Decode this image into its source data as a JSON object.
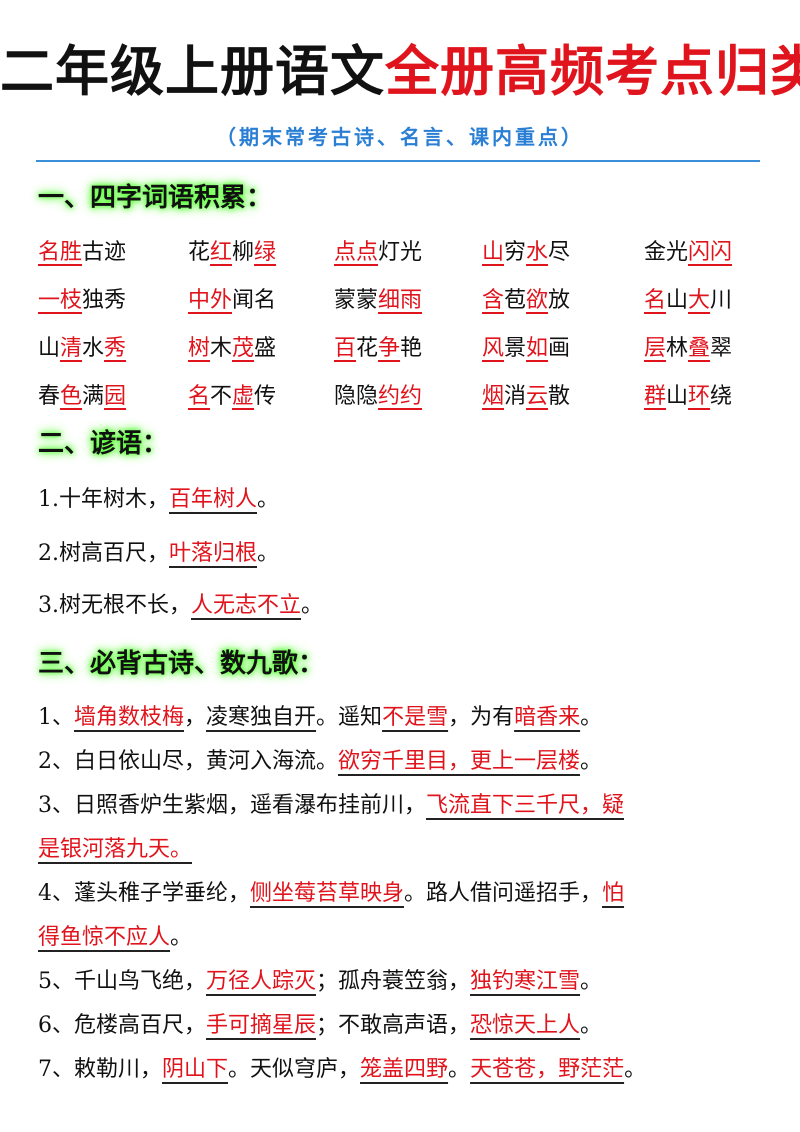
{
  "title": {
    "black": "二年级上册语文",
    "red": "全册高频考点归类"
  },
  "subtitle": "（期末常考古诗、名言、课内重点）",
  "sections": {
    "idioms_heading": "一、四字词语积累：",
    "proverbs_heading": "二、谚语：",
    "poems_heading": "三、必背古诗、数九歌："
  },
  "idioms": [
    [
      [
        {
          "t": "名胜",
          "r": true
        },
        {
          "t": "古迹",
          "r": false
        }
      ],
      [
        {
          "t": "花",
          "r": false
        },
        {
          "t": "红",
          "r": true
        },
        {
          "t": "柳",
          "r": false
        },
        {
          "t": "绿",
          "r": true
        }
      ],
      [
        {
          "t": "点点",
          "r": true
        },
        {
          "t": "灯光",
          "r": false
        }
      ],
      [
        {
          "t": "山",
          "r": true
        },
        {
          "t": "穷",
          "r": false
        },
        {
          "t": "水",
          "r": true
        },
        {
          "t": "尽",
          "r": false
        }
      ],
      [
        {
          "t": "金光",
          "r": false
        },
        {
          "t": "闪闪",
          "r": true
        }
      ]
    ],
    [
      [
        {
          "t": "一枝",
          "r": true
        },
        {
          "t": "独秀",
          "r": false
        }
      ],
      [
        {
          "t": "中外",
          "r": true
        },
        {
          "t": "闻名",
          "r": false
        }
      ],
      [
        {
          "t": "蒙蒙",
          "r": false
        },
        {
          "t": "细雨",
          "r": true
        }
      ],
      [
        {
          "t": "含",
          "r": true
        },
        {
          "t": "苞",
          "r": false
        },
        {
          "t": "欲",
          "r": true
        },
        {
          "t": "放",
          "r": false
        }
      ],
      [
        {
          "t": "名",
          "r": true
        },
        {
          "t": "山",
          "r": false
        },
        {
          "t": "大",
          "r": true
        },
        {
          "t": "川",
          "r": false
        }
      ]
    ],
    [
      [
        {
          "t": "山",
          "r": false
        },
        {
          "t": "清",
          "r": true
        },
        {
          "t": "水",
          "r": false
        },
        {
          "t": "秀",
          "r": true
        }
      ],
      [
        {
          "t": "树",
          "r": true
        },
        {
          "t": "木",
          "r": false
        },
        {
          "t": "茂",
          "r": true
        },
        {
          "t": "盛",
          "r": false
        }
      ],
      [
        {
          "t": "百",
          "r": true
        },
        {
          "t": "花",
          "r": false
        },
        {
          "t": "争",
          "r": true
        },
        {
          "t": "艳",
          "r": false
        }
      ],
      [
        {
          "t": "风",
          "r": true
        },
        {
          "t": "景",
          "r": false
        },
        {
          "t": "如",
          "r": true
        },
        {
          "t": "画",
          "r": false
        }
      ],
      [
        {
          "t": "层",
          "r": true
        },
        {
          "t": "林",
          "r": false
        },
        {
          "t": "叠",
          "r": true
        },
        {
          "t": "翠",
          "r": false
        }
      ]
    ],
    [
      [
        {
          "t": "春",
          "r": false
        },
        {
          "t": "色",
          "r": true
        },
        {
          "t": "满",
          "r": false
        },
        {
          "t": "园",
          "r": true
        }
      ],
      [
        {
          "t": "名",
          "r": true
        },
        {
          "t": "不",
          "r": false
        },
        {
          "t": "虚",
          "r": true
        },
        {
          "t": "传",
          "r": false
        }
      ],
      [
        {
          "t": "隐隐",
          "r": false
        },
        {
          "t": "约约",
          "r": true
        }
      ],
      [
        {
          "t": "烟",
          "r": true
        },
        {
          "t": "消",
          "r": false
        },
        {
          "t": "云",
          "r": true
        },
        {
          "t": "散",
          "r": false
        }
      ],
      [
        {
          "t": "群",
          "r": true
        },
        {
          "t": "山",
          "r": false
        },
        {
          "t": "环",
          "r": true
        },
        {
          "t": "绕",
          "r": false
        }
      ]
    ]
  ],
  "proverbs": [
    [
      {
        "t": "1.十年树木，",
        "s": "n"
      },
      {
        "t": "百年树人",
        "s": "a"
      },
      {
        "t": "。",
        "s": "n"
      }
    ],
    [
      {
        "t": "2.树高百尺，",
        "s": "n"
      },
      {
        "t": "叶落归根",
        "s": "a"
      },
      {
        "t": "。",
        "s": "n"
      }
    ],
    [
      {
        "t": "3.树无根不长，",
        "s": "n"
      },
      {
        "t": "人无志不立",
        "s": "a"
      },
      {
        "t": "。",
        "s": "n"
      }
    ]
  ],
  "poems": [
    [
      [
        {
          "t": "1、",
          "s": "n"
        },
        {
          "t": "墙角数枝梅",
          "s": "a"
        },
        {
          "t": "，",
          "s": "n"
        },
        {
          "t": "凌寒独自开",
          "s": "u"
        },
        {
          "t": "。遥知",
          "s": "n"
        },
        {
          "t": "不是雪",
          "s": "a"
        },
        {
          "t": "，为有",
          "s": "n"
        },
        {
          "t": "暗香来",
          "s": "a"
        },
        {
          "t": "。",
          "s": "n"
        }
      ]
    ],
    [
      [
        {
          "t": "2、白日依山尽，黄河入海流。",
          "s": "n"
        },
        {
          "t": "欲穷千里目，更上一层楼",
          "s": "a"
        },
        {
          "t": "。",
          "s": "n"
        }
      ]
    ],
    [
      [
        {
          "t": "3、日照香炉生紫烟，遥看瀑布挂前川，",
          "s": "n"
        },
        {
          "t": "飞流直下三千尺，疑",
          "s": "a"
        }
      ],
      [
        {
          "t": "是银河落九天。",
          "s": "a"
        }
      ]
    ],
    [
      [
        {
          "t": "4、蓬头稚子学垂纶，",
          "s": "n"
        },
        {
          "t": "侧坐莓苔草映身",
          "s": "a"
        },
        {
          "t": "。路人借问遥招手，",
          "s": "n"
        },
        {
          "t": "怕",
          "s": "a"
        }
      ],
      [
        {
          "t": "得鱼惊不应人",
          "s": "a"
        },
        {
          "t": "。",
          "s": "n"
        }
      ]
    ],
    [
      [
        {
          "t": "5、千山鸟飞绝，",
          "s": "n"
        },
        {
          "t": "万径人踪灭",
          "s": "a"
        },
        {
          "t": "；孤舟蓑笠翁，",
          "s": "n"
        },
        {
          "t": "独钓寒江雪",
          "s": "a"
        },
        {
          "t": "。",
          "s": "n"
        }
      ]
    ],
    [
      [
        {
          "t": "6、危楼高百尺，",
          "s": "n"
        },
        {
          "t": "手可摘星辰",
          "s": "a"
        },
        {
          "t": "；不敢高声语，",
          "s": "n"
        },
        {
          "t": "恐惊天上人",
          "s": "a"
        },
        {
          "t": "。",
          "s": "n"
        }
      ]
    ],
    [
      [
        {
          "t": "7、敕勒川，",
          "s": "n"
        },
        {
          "t": "阴山下",
          "s": "a"
        },
        {
          "t": "。天似穹庐，",
          "s": "n"
        },
        {
          "t": "笼盖四野",
          "s": "a"
        },
        {
          "t": "。",
          "s": "n"
        },
        {
          "t": "天苍苍，野茫茫",
          "s": "a"
        },
        {
          "t": "。",
          "s": "n"
        }
      ]
    ]
  ],
  "colors": {
    "accent_red": "#e0141c",
    "subtitle_blue": "#2a7fd4",
    "rule_blue": "#3a8fd9",
    "heading_glow": "#5cff3a"
  }
}
